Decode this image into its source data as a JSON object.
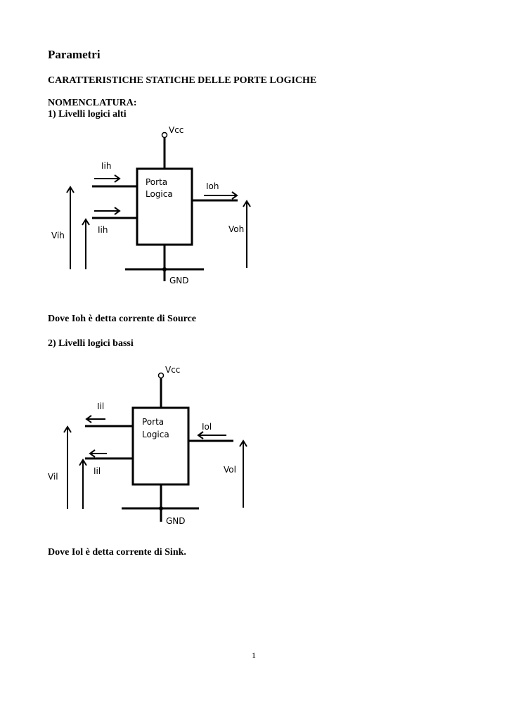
{
  "doc": {
    "title": "Parametri",
    "subtitle": "CARATTERISTICHE STATICHE DELLE PORTE LOGICHE",
    "nomenclature": "NOMENCLATURA:",
    "section1": "1) Livelli logici alti",
    "caption1": "Dove Ioh è detta corrente di Source",
    "section2": "2) Livelli logici bassi",
    "caption2": "Dove Iol è detta corrente di Sink.",
    "page_number": "1"
  },
  "diagram_high": {
    "vcc": "Vcc",
    "gnd": "GND",
    "gate_line1": "Porta",
    "gate_line2": "Logica",
    "input_current_top": "Iih",
    "input_current_bottom": "Iih",
    "output_current": "Ioh",
    "input_voltage": "Vih",
    "output_voltage": "Voh"
  },
  "diagram_low": {
    "vcc": "Vcc",
    "gnd": "GND",
    "gate_line1": "Porta",
    "gate_line2": "Logica",
    "input_current_top": "Iil",
    "input_current_bottom": "Iil",
    "output_current": "Iol",
    "input_voltage": "Vil",
    "output_voltage": "Vol"
  }
}
